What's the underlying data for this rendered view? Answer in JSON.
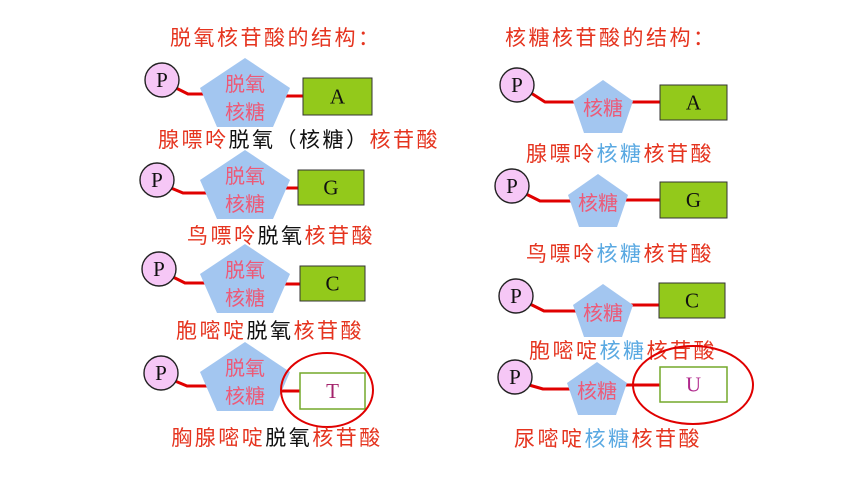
{
  "colors": {
    "label_red": "#e5341f",
    "sugar_text": "#ec5a78",
    "sugar_fill": "#a3c6f0",
    "bond_line": "#e00000",
    "phosphate_fill": "#f6c7f6",
    "base_fill": "#93c91b",
    "outline_green": "#74a82a",
    "ribose_blue": "#5aa9e2",
    "highlight_ring": "#e00000",
    "thymine_text": "#a3226b",
    "uracil_text": "#b0288c"
  },
  "deoxyribonucleotide": {
    "title": "脱氧核苷酸的结构：",
    "rows": [
      {
        "phosphate": "P",
        "sugar": [
          "脱氧",
          "核糖"
        ],
        "base": "A",
        "label": {
          "base_name": "腺嘌呤",
          "sugar_name": "脱氧（核糖）",
          "suffix": "核苷酸"
        }
      },
      {
        "phosphate": "P",
        "sugar": [
          "脱氧",
          "核糖"
        ],
        "base": "G",
        "label": {
          "base_name": "鸟嘌呤",
          "sugar_name": "脱氧",
          "suffix": "核苷酸"
        }
      },
      {
        "phosphate": "P",
        "sugar": [
          "脱氧",
          "核糖"
        ],
        "base": "C",
        "label": {
          "base_name": "胞嘧啶",
          "sugar_name": "脱氧",
          "suffix": "核苷酸"
        }
      },
      {
        "phosphate": "P",
        "sugar": [
          "脱氧",
          "核糖"
        ],
        "base": "T",
        "label": {
          "base_name": "胸腺嘧啶",
          "sugar_name": "脱氧",
          "suffix": "核苷酸"
        }
      }
    ]
  },
  "ribonucleotide": {
    "title": "核糖核苷酸的结构：",
    "rows": [
      {
        "phosphate": "P",
        "sugar": [
          "核糖"
        ],
        "base": "A",
        "label": {
          "base_name": "腺嘌呤",
          "sugar_name": "核糖",
          "suffix": "核苷酸"
        }
      },
      {
        "phosphate": "P",
        "sugar": [
          "核糖"
        ],
        "base": "G",
        "label": {
          "base_name": "鸟嘌呤",
          "sugar_name": "核糖",
          "suffix": "核苷酸"
        }
      },
      {
        "phosphate": "P",
        "sugar": [
          "核糖"
        ],
        "base": "C",
        "label": {
          "base_name": "胞嘧啶",
          "sugar_name": "核糖",
          "suffix": "核苷酸"
        }
      },
      {
        "phosphate": "P",
        "sugar": [
          "核糖"
        ],
        "base": "U",
        "label": {
          "base_name": "尿嘧啶",
          "sugar_name": "核糖",
          "suffix": "核苷酸"
        }
      }
    ]
  }
}
